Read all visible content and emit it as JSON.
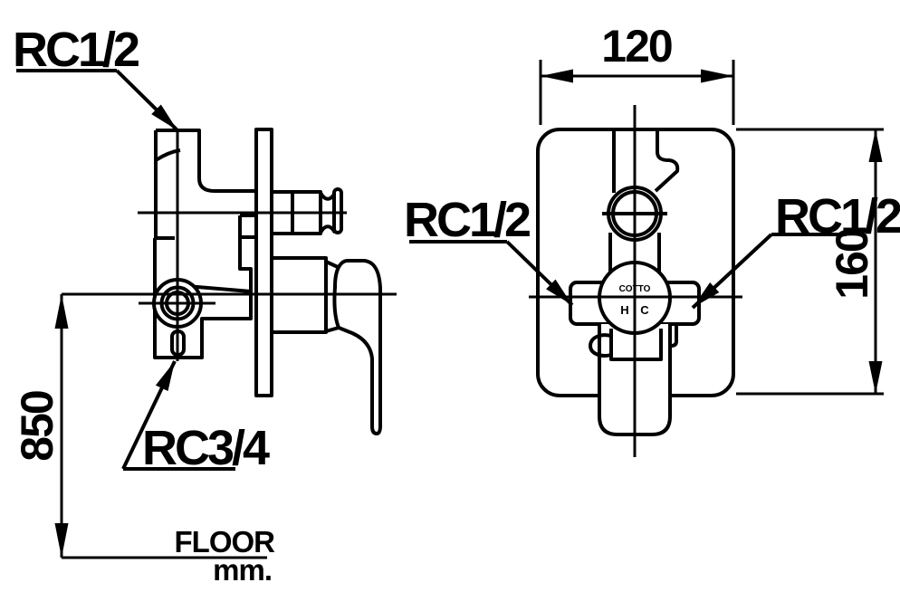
{
  "drawing": {
    "side_view": {
      "label_top_inlet": "RC1/2",
      "label_bottom_outlet": "RC3/4",
      "dim_height_from_floor": "850",
      "floor_label": "FLOOR",
      "units_label": "mm."
    },
    "front_view": {
      "label_left_port": "RC1/2",
      "label_right_port": "RC1/2",
      "dim_width": "120",
      "dim_height": "160",
      "logo": "COTTO",
      "hot_marker": "H",
      "cold_marker": "C"
    },
    "colors": {
      "line": "#000000",
      "background": "#ffffff"
    }
  }
}
